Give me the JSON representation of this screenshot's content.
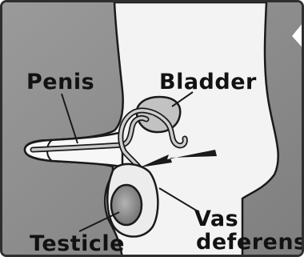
{
  "labels": {
    "penis": "Penis",
    "bladder": "Bladder",
    "vas_line1": "Vas",
    "vas_line2": "deferens",
    "testicle": "Testicle"
  },
  "colors": {
    "background_gray": "#8c8c8c",
    "body_fill": "#f3f3f3",
    "outline": "#1a1a1a",
    "organ_fill": "#bdbdbd",
    "frame_border": "#2e2e2e"
  }
}
